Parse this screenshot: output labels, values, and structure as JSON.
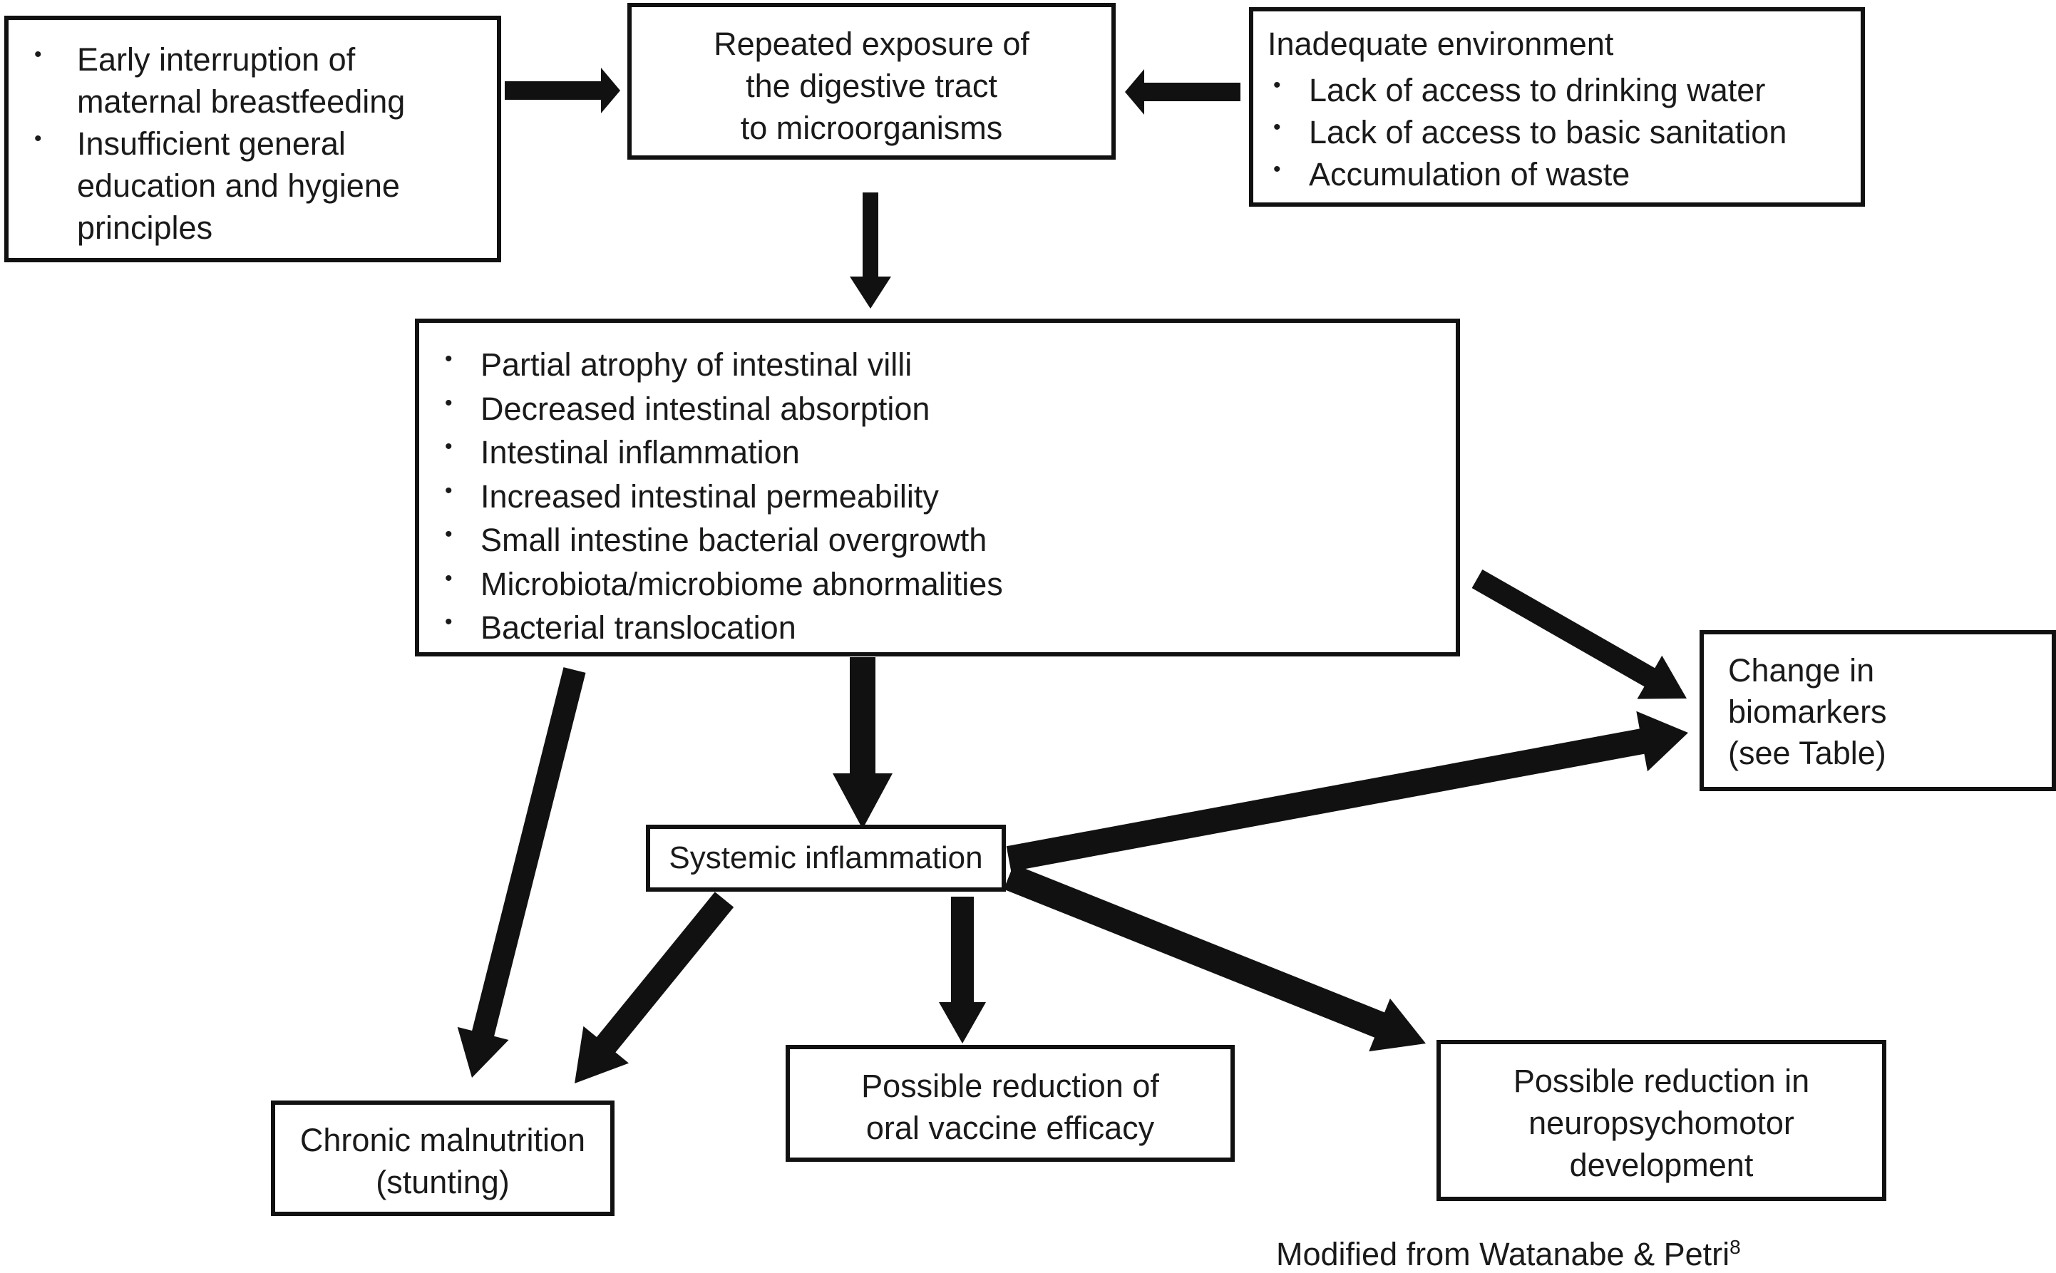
{
  "boxes": {
    "left_causes": {
      "items": [
        "Early interruption of maternal breastfeeding",
        "Insufficient general education and hygiene principles"
      ]
    },
    "exposure": {
      "lines": [
        "Repeated exposure of",
        "the digestive tract",
        "to microorganisms"
      ]
    },
    "environment": {
      "title": "Inadequate environment",
      "items": [
        "Lack of access to drinking water",
        "Lack of access to basic sanitation",
        "Accumulation of waste"
      ]
    },
    "intestinal": {
      "items": [
        "Partial atrophy of intestinal villi",
        "Decreased intestinal absorption",
        "Intestinal inflammation",
        "Increased intestinal permeability",
        "Small intestine bacterial overgrowth",
        "Microbiota/microbiome abnormalities",
        "Bacterial translocation"
      ]
    },
    "systemic": {
      "label": "Systemic inflammation"
    },
    "biomarkers": {
      "lines": [
        "Change in",
        "biomarkers",
        "(see Table)"
      ]
    },
    "malnutrition": {
      "lines": [
        "Chronic malnutrition",
        "(stunting)"
      ]
    },
    "vaccine": {
      "lines": [
        "Possible reduction of",
        "oral vaccine efficacy"
      ]
    },
    "neuro": {
      "lines": [
        "Possible reduction in",
        "neuropsychomotor",
        "development"
      ]
    }
  },
  "bullet_glyph": "•",
  "credit": {
    "text": "Modified from Watanabe & Petri",
    "superscript": "8"
  },
  "colors": {
    "stroke": "#111111",
    "background": "#ffffff"
  }
}
